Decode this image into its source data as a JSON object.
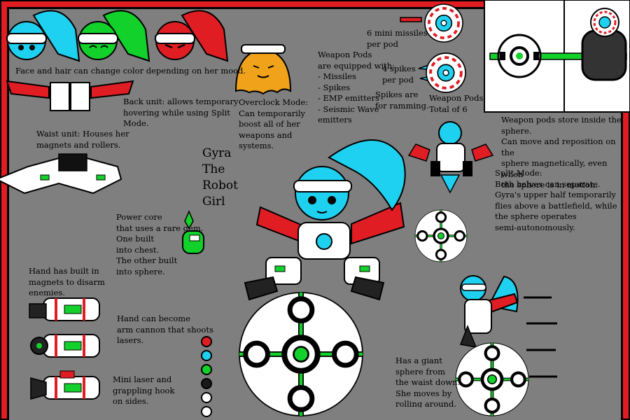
{
  "title": "Gyra\nThe\nRobot\nGirl",
  "notes": {
    "face_hair": "Face and hair can change color depending on her mood.",
    "back_unit": "Back unit: allows temporary\nhovering while using Split\nMode.",
    "overclock": "Overclock Mode:\nCan temporarily\nboost all of her\nweapons and\nsystems.",
    "weapon_pods_equipped": "Weapon Pods\nare equipped with:\n- Missiles\n- Spikes\n- EMP emitters\n- Seismic Wave\nemitters",
    "missiles": "6 mini missiles\nper pod",
    "spikes": "4 spikes\nper pod",
    "ramming": "Spikes are\nfor ramming.",
    "pods_total": "Weapon Pods\nTotal of 6",
    "pods_store": "Weapon pods store inside the sphere.\nCan move and reposition on the\nsphere magnetically, even when\nthe sphere is in motion.",
    "waist_unit": "Waist unit: Houses her\nmagnets and rollers.",
    "power_core": "Power core\nthat uses a rare gem.\nOne built\ninto chest.\nThe other built\ninto sphere.",
    "split_mode": "Split Mode:\nBoth halves can separate.\nGyra's upper half temporarily\nflies above a battlefield, while\nthe sphere operates\nsemi-autonomously.",
    "hand_magnets": "Hand has built in\nmagnets to disarm\nenemies.",
    "arm_cannon": "Hand can become\narm cannon that shoots\nlasers.",
    "mini_laser": "Mini laser and\ngrappling hook\non sides.",
    "giant_sphere": "Has a giant\nsphere from\nthe waist down.\nShe moves by\nrolling around."
  },
  "palette": [
    "#e11d24",
    "#1fd1f0",
    "#12d12a",
    "#1a1a1a",
    "#ffffff",
    "#ffffff"
  ],
  "colors": {
    "frame_red": "#e11d24",
    "background_gray": "#7f7f7f",
    "cyan": "#1fd1f0",
    "green": "#12d12a",
    "red": "#e11d24",
    "orange": "#f0a21a"
  }
}
